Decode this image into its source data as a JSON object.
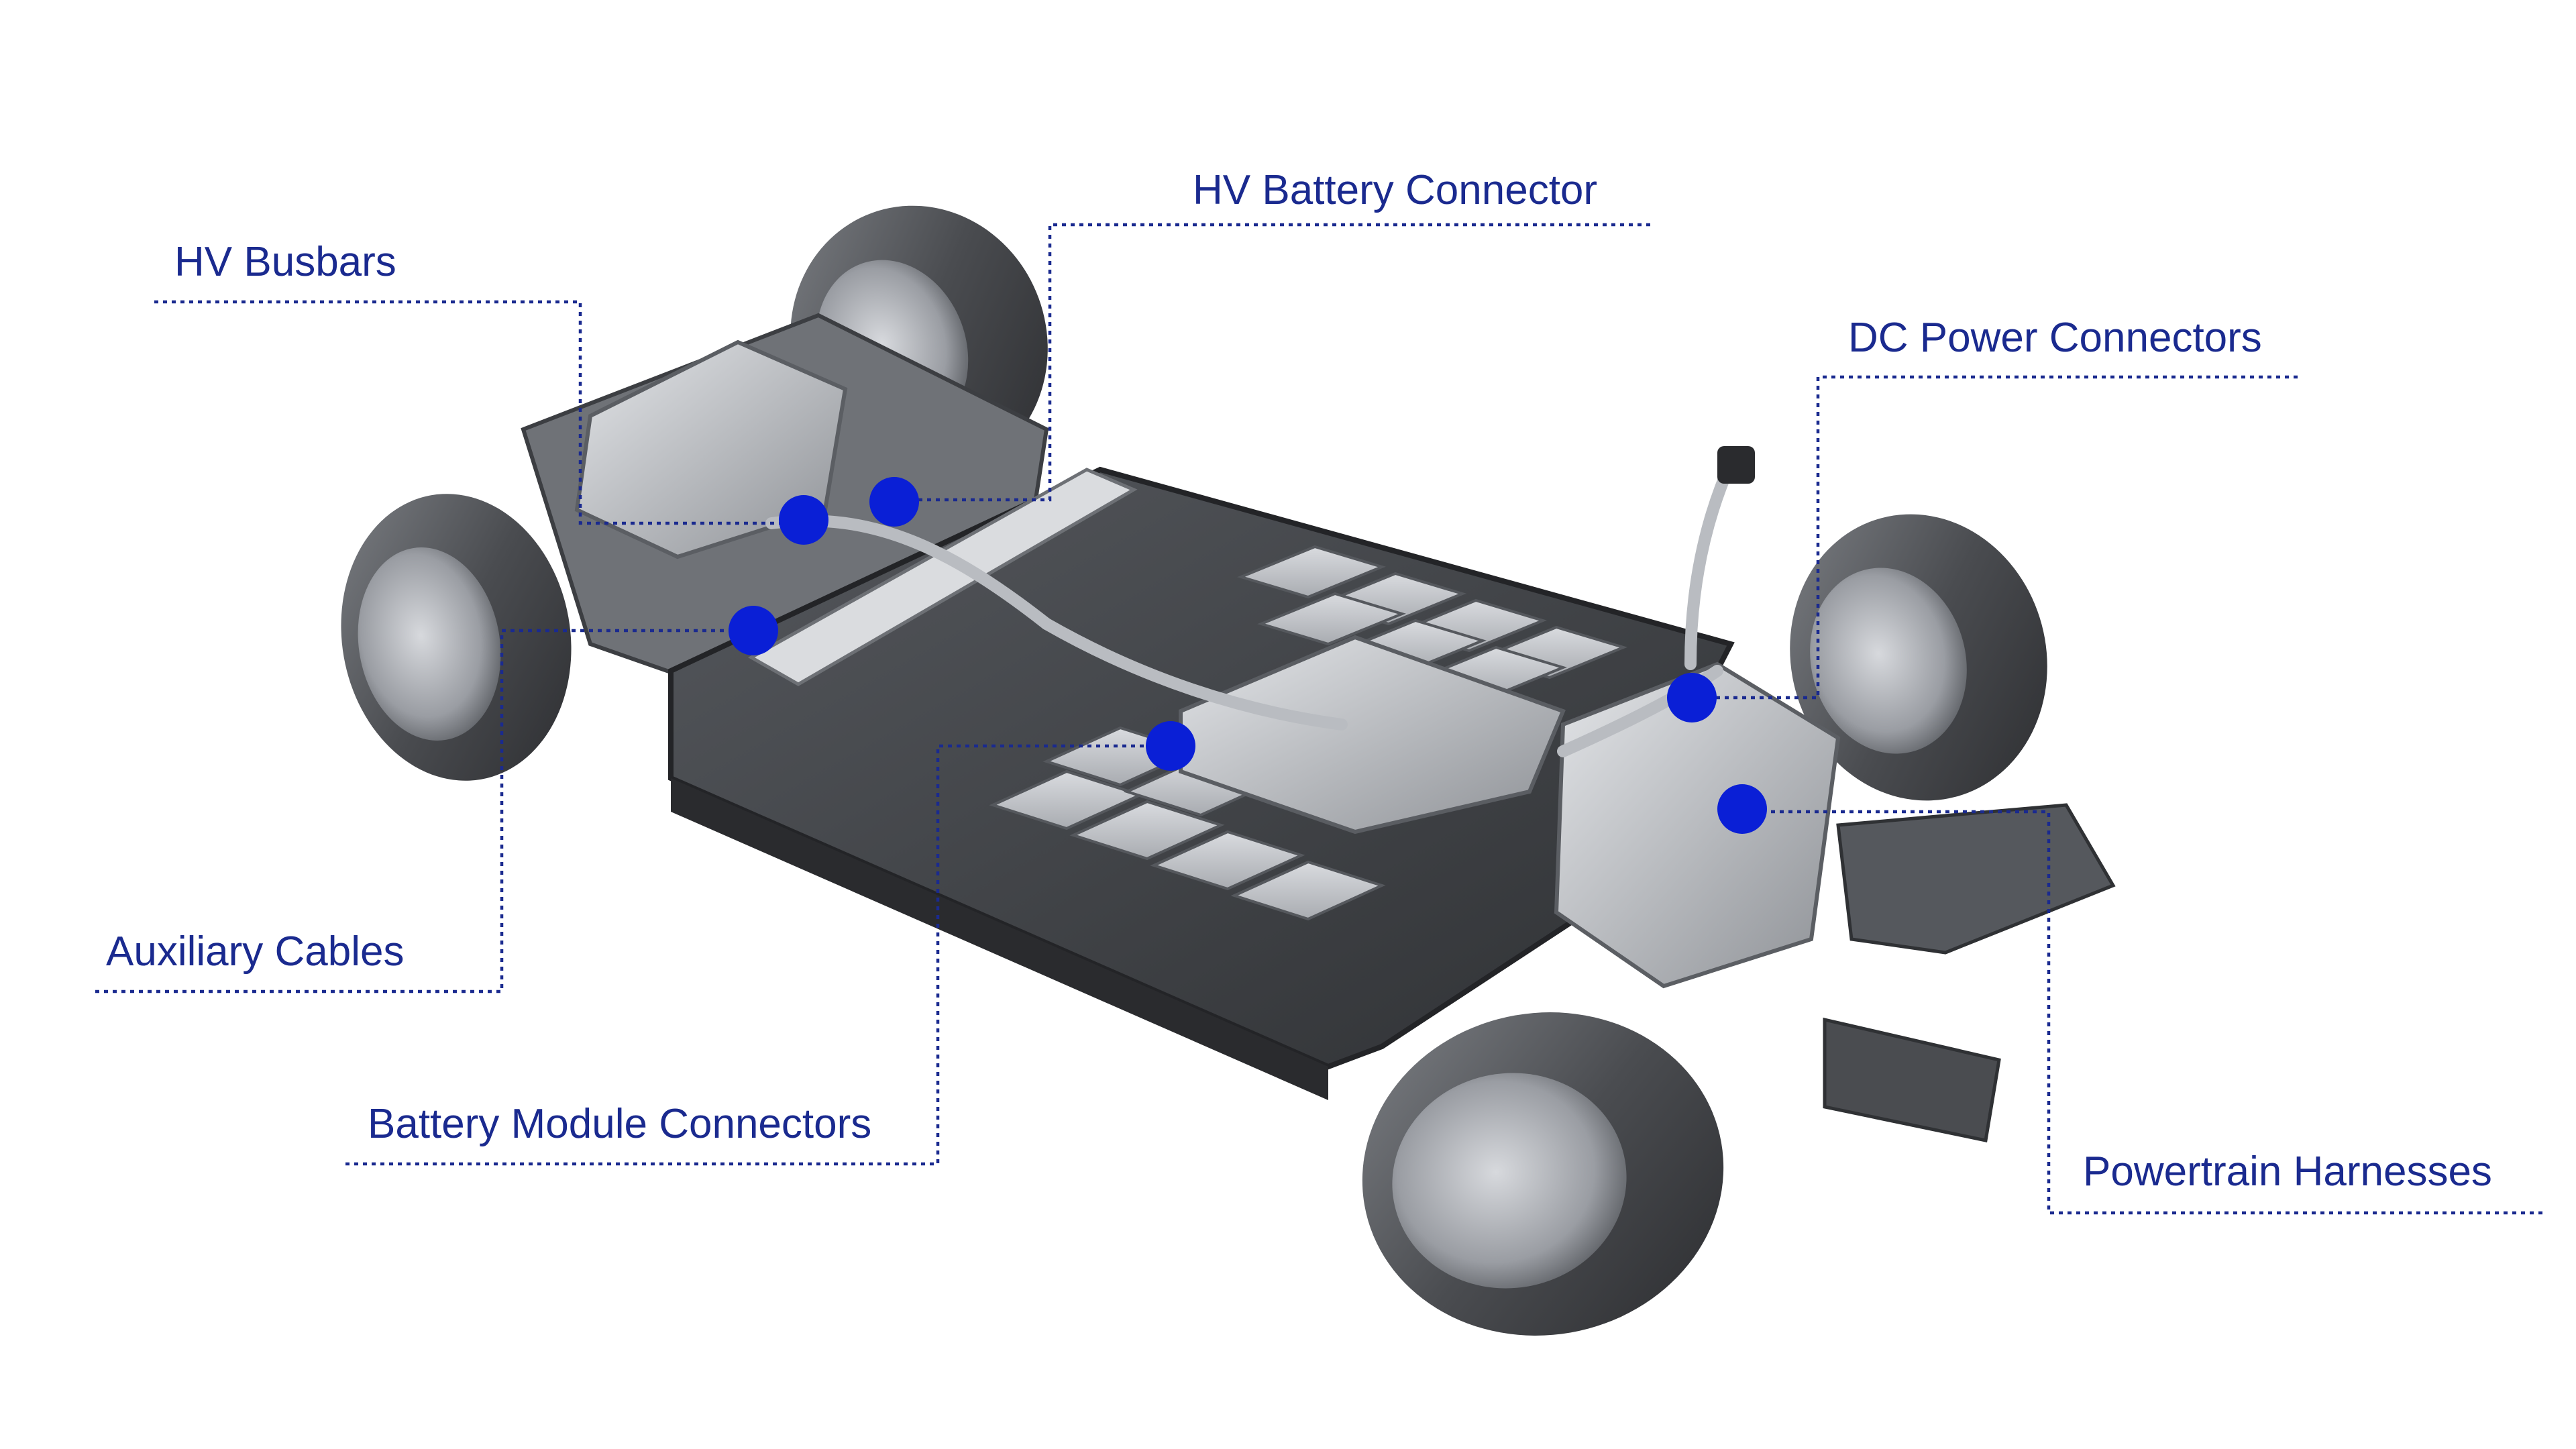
{
  "colors": {
    "label_text": "#1a2a8f",
    "leader_line": "#1a2a8f",
    "marker": "#0a1fd6",
    "chassis_dark": "#3a3c40",
    "chassis_mid": "#7b7e84",
    "chassis_light": "#c9ccd1",
    "tire": "#4a4c50"
  },
  "callouts": {
    "hv_busbars": "HV Busbars",
    "hv_battery_connector": "HV Battery Connector",
    "dc_power_connectors": "DC Power Connectors",
    "auxiliary_cables": "Auxiliary Cables",
    "battery_module_connectors": "Battery Module Connectors",
    "powertrain_harnesses": "Powertrain Harnesses"
  }
}
